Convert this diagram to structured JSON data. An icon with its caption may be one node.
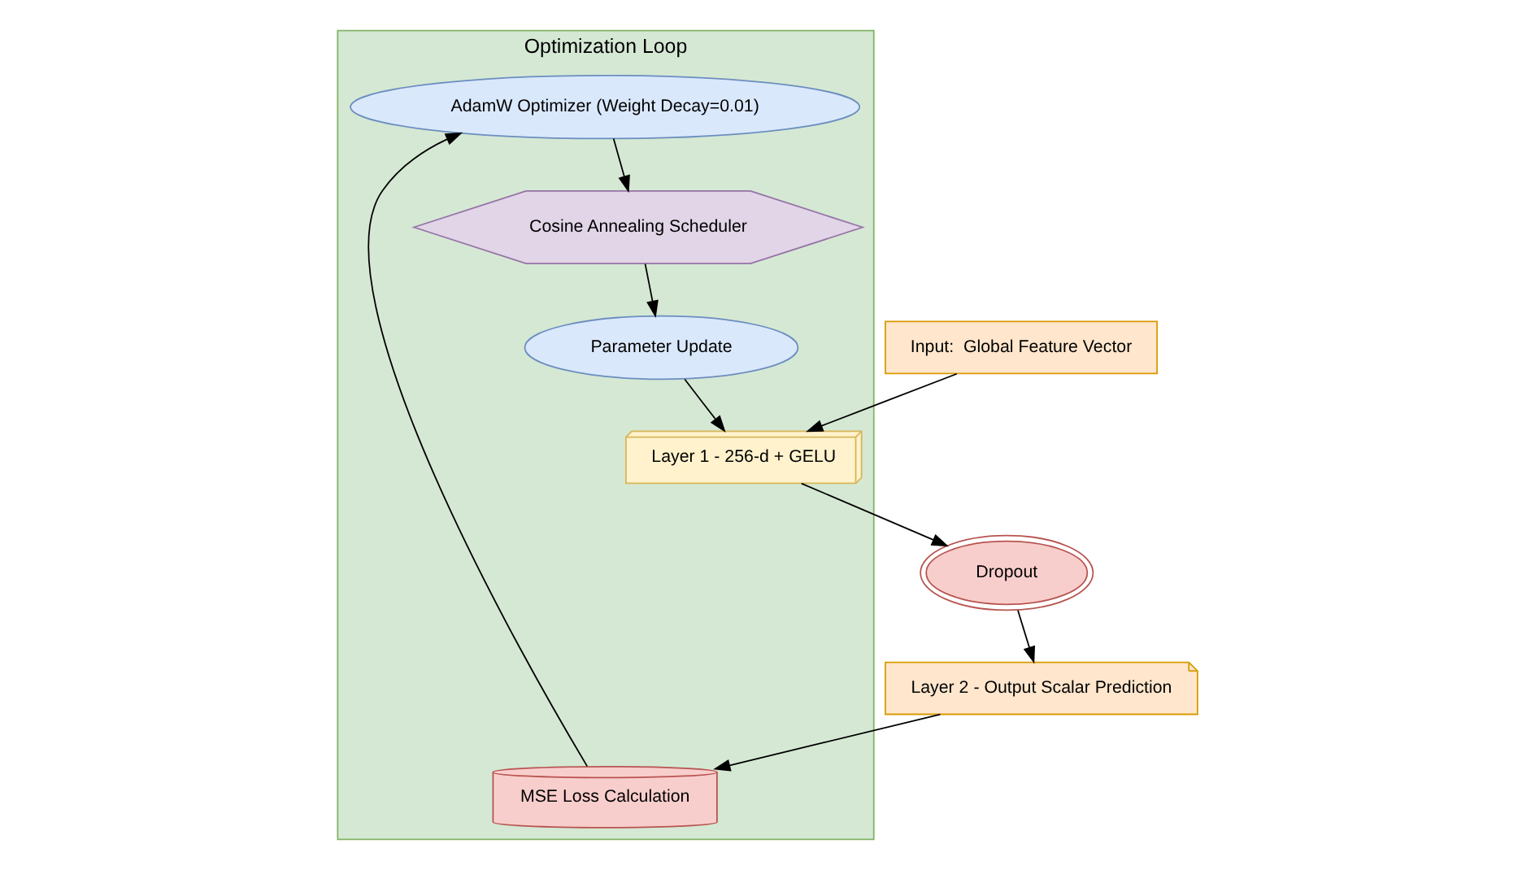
{
  "diagram": {
    "nodes": [
      {
        "text": [
          "Optimization Loop"
        ]
      },
      {
        "text": [
          "AdamW Optimizer (Weight Decay=0.01)"
        ],
        "in": 0
      },
      {
        "text": [
          "Cosine Annealing Scheduler"
        ],
        "in": 0
      },
      {
        "text": [
          "Parameter Update"
        ],
        "in": 0
      },
      {
        "text": [
          "MSE Loss Calculation"
        ],
        "in": 0
      },
      {
        "text": [
          "Input:  Global Feature Vector"
        ]
      },
      {
        "text": [
          "Layer 2 - Output Scalar Prediction"
        ]
      },
      {
        "text": [
          "Layer 1 - 256-d + GELU"
        ],
        "in": 0
      },
      {
        "text": [
          "Dropout"
        ]
      }
    ],
    "edges": [
      {
        "from": 1,
        "to": 2,
        "arrow": "to"
      },
      {
        "from": 2,
        "to": 3,
        "arrow": "to"
      },
      {
        "from": 3,
        "to": 7,
        "arrow": "to"
      },
      {
        "from": 5,
        "to": 7,
        "arrow": "to"
      },
      {
        "from": 7,
        "to": 8,
        "arrow": "to"
      },
      {
        "from": 8,
        "to": 6,
        "arrow": "to"
      },
      {
        "from": 6,
        "to": 4,
        "arrow": "to"
      },
      {
        "from": 4,
        "to": 1,
        "arrow": "to"
      }
    ]
  }
}
